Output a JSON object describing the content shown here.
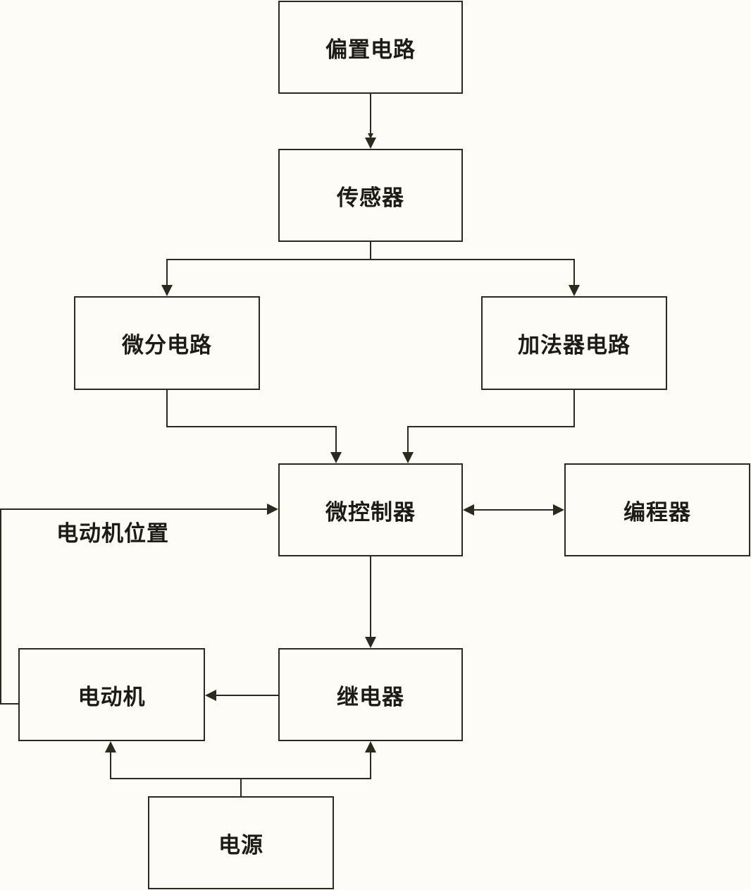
{
  "blocks": {
    "bias_circuit": "偏置电路",
    "sensor": "传感器",
    "differentiator": "微分电路",
    "adder_circuit": "加法器电路",
    "microcontroller": "微控制器",
    "programmer": "编程器",
    "motor": "电动机",
    "relay": "继电器",
    "power_supply": "电源"
  },
  "edge_labels": {
    "motor_position": "电动机位置"
  },
  "colors": {
    "line": "#2b2a1e",
    "background": "#fdfcf7",
    "text": "#1d1c14"
  }
}
